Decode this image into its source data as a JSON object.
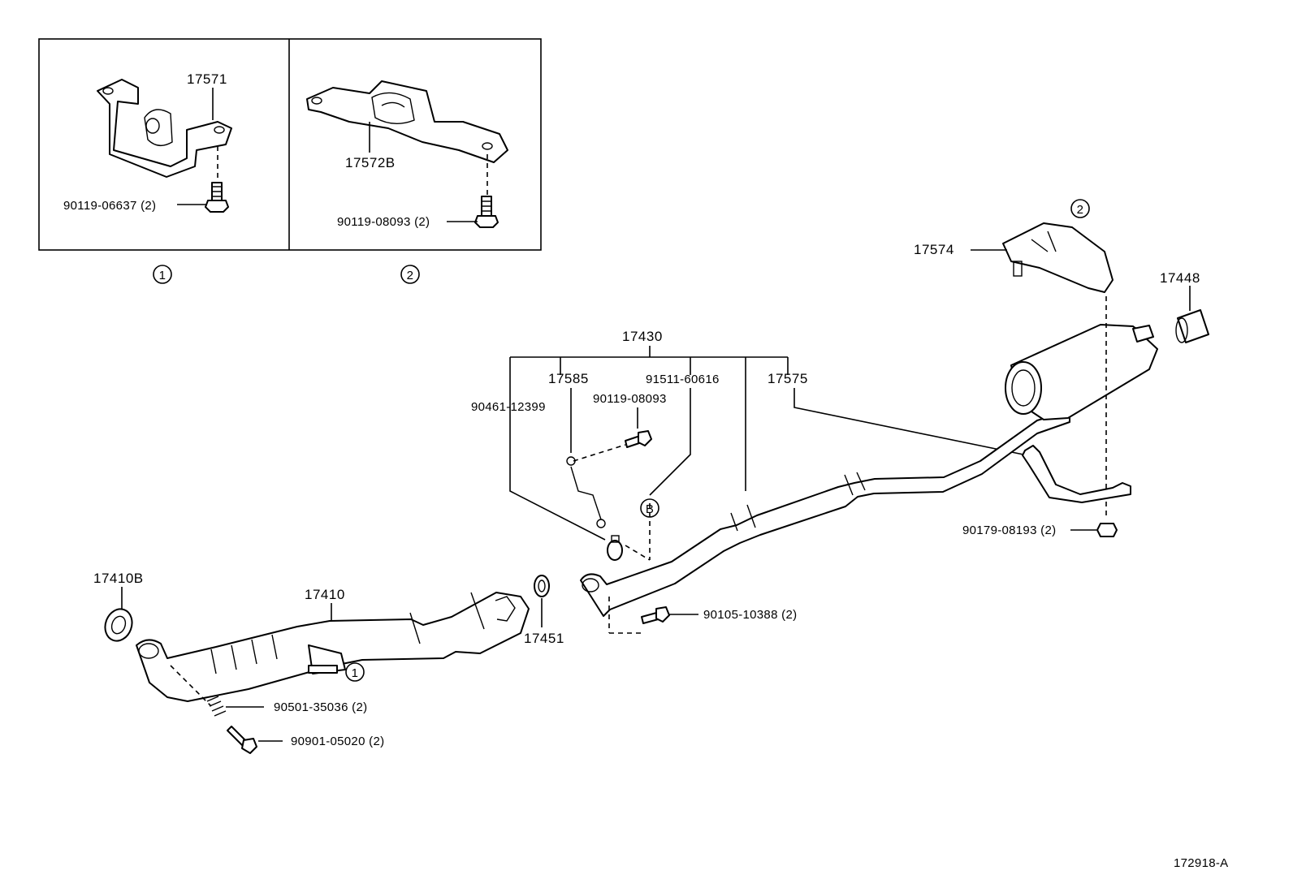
{
  "diagram": {
    "drawing_number": "172918-A",
    "insets": [
      {
        "marker": "1",
        "bracket_part": "17571",
        "bolt_part": "90119-06637 (2)"
      },
      {
        "marker": "2",
        "bracket_part": "17572B",
        "bolt_part": "90119-08093 (2)"
      }
    ],
    "parts": {
      "gasket_front": "17410B",
      "front_pipe": "17410",
      "gasket_mid": "17451",
      "spring": "90501-35036 (2)",
      "front_bolt": "90901-05020 (2)",
      "flange_bolt": "90105-10388 (2)",
      "center_pipe_assy": "17430",
      "hanger_clamp": "17585",
      "sensor_bolt": "90119-08093",
      "ring": "91511-60616",
      "washer": "90461-12399",
      "muffler_support": "17575",
      "rear_bracket": "17574",
      "tail_tip": "17448",
      "nut": "90179-08193 (2)"
    },
    "callouts": {
      "marker_1": "1",
      "marker_2": "2",
      "marker_b": "B"
    }
  }
}
